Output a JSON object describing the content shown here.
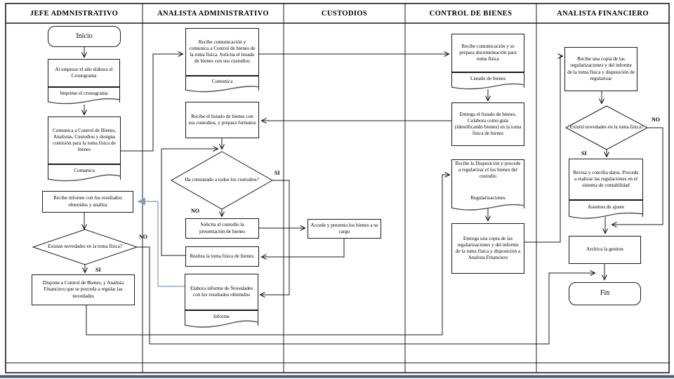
{
  "diagram": {
    "lanes": [
      {
        "label": "JEFE ADMNISTRATIVO"
      },
      {
        "label": "ANALISTA ADMINISTRATIVO"
      },
      {
        "label": "CUSTODIOS"
      },
      {
        "label": "CONTROL DE BIENES"
      },
      {
        "label": "ANALISTA FINANCIERO"
      }
    ],
    "nodes": {
      "inicio": {
        "label": "Inicio"
      },
      "elabora_cronograma": {
        "label": "Al empezar el año elabora el Cronograma",
        "doc": "Imprime el cronograma"
      },
      "comunica_control": {
        "label": "Comunica a Control de Bienes, Analistas, Custodios y designa comisión para la toma física de bienes",
        "doc": "Comunica"
      },
      "recibe_informe": {
        "label": "Recibe informe con los resultados obtenidos y analiza"
      },
      "existan_novedades": {
        "label": "Existan novedades en la toma física?"
      },
      "dispone": {
        "label": "Dispone a Control de Bienes, y Analista Financiero que se proceda a regular las novedades"
      },
      "recibe_comunicacion_aa": {
        "label": "Recibe comunicación y comunica a Control de bienes de la toma física. Solicita el listado de bienes con sus custodios",
        "doc": "Comunica"
      },
      "recibe_listado": {
        "label": "Recibe el listado de bienes con sus custodios, y prepara formatos"
      },
      "ha_constatado": {
        "label": "Ha constatado a todos los custodios?"
      },
      "solicita_custodio": {
        "label": "Solicita al custodio la presentación de bienes"
      },
      "realiza_toma": {
        "label": "Realiza la toma física de bienes."
      },
      "elabora_informe": {
        "label": "Elabora informe de Novedades con los resultados obtenidos",
        "doc": "Informe"
      },
      "accede_presenta": {
        "label": "Accede y presenta los bienes a su cargo"
      },
      "recibe_comunicacion_cb": {
        "label": "Recibe comunicación y se prepara documentación para toma física",
        "doc": "Listado de bienes"
      },
      "entrega_listado": {
        "label": "Entrega el listado de bienes. Colabora como guía (identificando bienes)  en la toma física de bienes"
      },
      "recibe_disposicion": {
        "label": "Recibe la Disposición y procede a regularizar el los bienes del custodio",
        "doc": "Regularizaciones"
      },
      "entrega_copia": {
        "label": "Entrega una copia de las regularizaciones y del informe de la toma física y disposición a Analista Financiero"
      },
      "recibe_copia": {
        "label": "Recibe una copia de las regularizaciones y del informe de la toma física y disposición de regularizar"
      },
      "existio_novedades": {
        "label": "Existió novedades en la toma física?"
      },
      "revisa_concilia": {
        "label": "Revisa y concilia datos. Procede a realizar las regulaciones en el sistema de contabilidad",
        "doc": "Asientos de ajuste"
      },
      "archiva": {
        "label": "Archiva la gestion"
      },
      "fin": {
        "label": "Fin"
      }
    },
    "branch_labels": {
      "si": "SI",
      "no": "NO"
    },
    "colors": {
      "line": "#1a1a1a",
      "blue_connector": "#8fabc9",
      "bottom_bar": "#3f5e7e"
    }
  }
}
